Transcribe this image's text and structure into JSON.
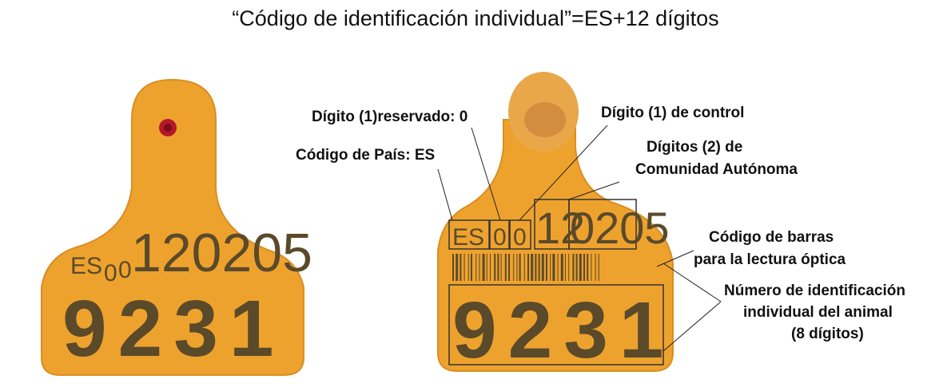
{
  "title": "“Código de identificación individual”=ES+12 dígitos",
  "colors": {
    "tag": "#eea22e",
    "tag_shadow": "#d98e22",
    "ink": "#5a4a2a",
    "box": "#333333",
    "hole": "#b5172a",
    "button": "#e8a84a"
  },
  "left_tag": {
    "country": "ES",
    "reserved_digit": "0",
    "control_digit": "0",
    "code": "120205",
    "number": "9231"
  },
  "right_tag": {
    "country": "ES",
    "reserved_digit": "0",
    "control_digit": "0",
    "region_digits": "12",
    "code_rest": "0205",
    "number": "9231"
  },
  "labels": {
    "reserved": "Dígito (1)reservado: 0",
    "control": "Dígito (1) de control",
    "country": "Código de País: ES",
    "region_1": "Dígitos (2) de",
    "region_2": "Comunidad Autónoma",
    "barcode_1": "Código de barras",
    "barcode_2": "para la lectura óptica",
    "individual_1": "Número de identificación",
    "individual_2": "individual del animal",
    "individual_3": "(8 dígitos)"
  }
}
